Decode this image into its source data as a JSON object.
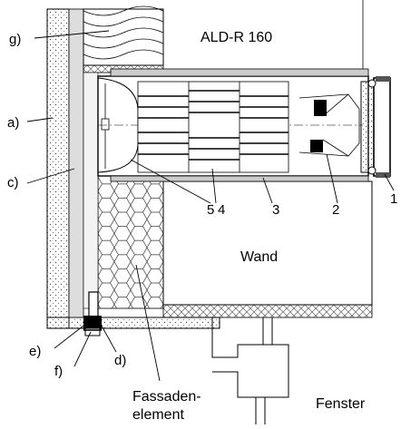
{
  "title": "ALD-R 160",
  "labels": {
    "wand": "Wand",
    "fenster": "Fenster",
    "fassaden_line1": "Fassaden-",
    "fassaden_line2": "element"
  },
  "callouts": {
    "g": "g)",
    "a": "a)",
    "c": "c)",
    "e": "e)",
    "f": "f)",
    "d": "d)",
    "n5": "5",
    "n4": "4",
    "n3": "3",
    "n2": "2",
    "n1": "1"
  }
}
